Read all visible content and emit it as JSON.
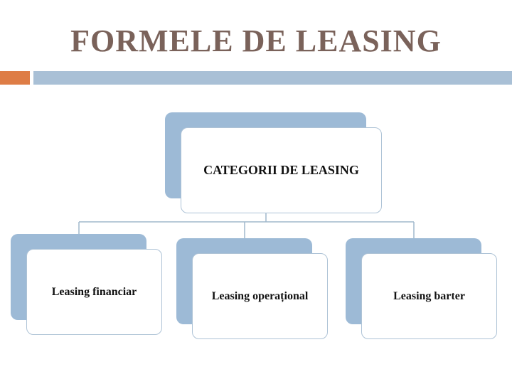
{
  "slide": {
    "title": "FORMELE DE LEASING"
  },
  "diagram": {
    "root": {
      "label": "CATEGORII DE LEASING"
    },
    "children": [
      {
        "label": "Leasing financiar"
      },
      {
        "label": "Leasing operațional"
      },
      {
        "label": "Leasing barter"
      }
    ]
  },
  "colors": {
    "title": "#7a625a",
    "accent_orange": "#de7d46",
    "accent_blue": "#a9c0d6",
    "node_back": "#9dbad6",
    "node_border": "#aec3d6",
    "connector": "#a0b8cc"
  }
}
